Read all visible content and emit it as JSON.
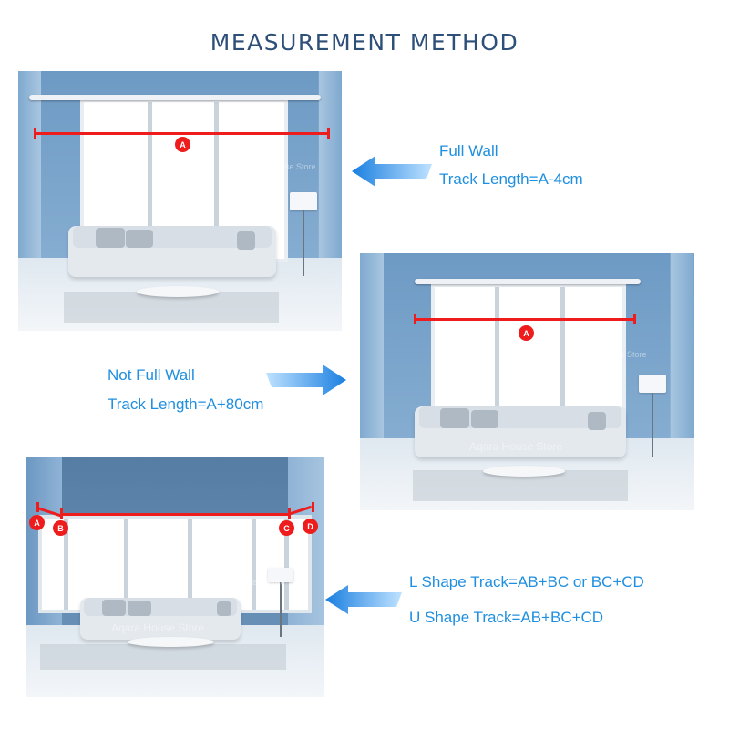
{
  "title": "MEASUREMENT METHOD",
  "watermark": "Aqara House Store",
  "accent_color": "#1f8fe0",
  "line_color": "#ee1c1c",
  "sections": [
    {
      "name": "full-wall",
      "heading": "Full Wall",
      "formula": "Track Length=A-4cm",
      "labels": [
        "A"
      ],
      "arrow": "left"
    },
    {
      "name": "not-full-wall",
      "heading": "Not Full Wall",
      "formula": "Track Length=A+80cm",
      "labels": [
        "A"
      ],
      "arrow": "right"
    },
    {
      "name": "bay-window",
      "line1": "L Shape Track=AB+BC or BC+CD",
      "line2": "U Shape Track=AB+BC+CD",
      "labels": [
        "A",
        "B",
        "C",
        "D"
      ],
      "arrow": "left"
    }
  ]
}
